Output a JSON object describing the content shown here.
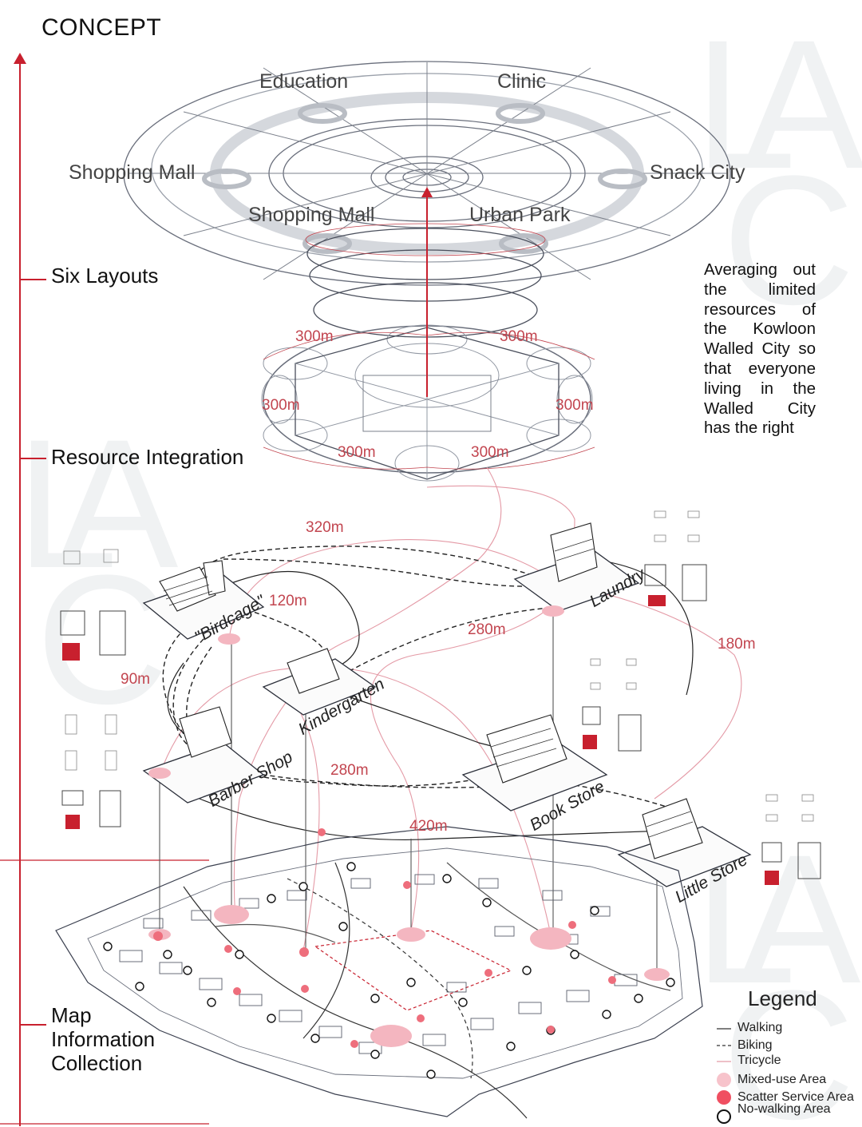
{
  "title": "CONCEPT",
  "stages": [
    {
      "id": "six-layouts",
      "label": "Six Layouts"
    },
    {
      "id": "resource-integration",
      "label": "Resource Integration"
    },
    {
      "id": "map-info",
      "label": "Map\nInformation\nCollection"
    }
  ],
  "layout_labels": [
    "Education",
    "Clinic",
    "Shopping Mall",
    "Snack City",
    "Shopping Mall",
    "Urban Park"
  ],
  "hex_distances": [
    "300m",
    "300m",
    "300m",
    "300m",
    "300m",
    "300m"
  ],
  "description": "Averaging out the limited resources of the Kowloon Walled City so that everyone living in the Walled City has the right",
  "shops": [
    "\"Birdcage\"",
    "Laundry",
    "Kindergarten",
    "Barber Shop",
    "Book Store",
    "Little Store"
  ],
  "route_distances": [
    "320m",
    "120m",
    "280m",
    "180m",
    "90m",
    "280m",
    "420m"
  ],
  "legend": {
    "title": "Legend",
    "items": [
      "Walking",
      "Biking",
      "Tricycle",
      "Mixed-use Area",
      "Scatter Service Area",
      "No-walking Area"
    ]
  },
  "watermark": "LAC",
  "colors": {
    "accent": "#c8202e",
    "pink": "#f2a9b3",
    "line": "#3a3f52",
    "ring": "#8a8f99"
  }
}
